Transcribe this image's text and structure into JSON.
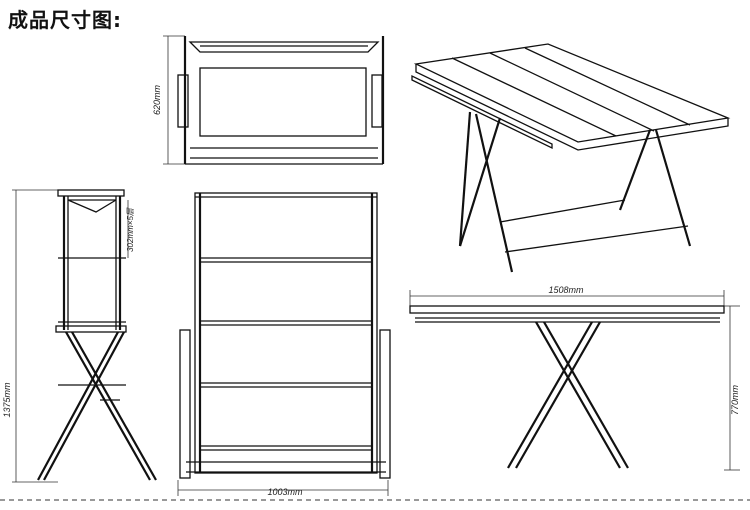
{
  "title": "成品尺寸图:",
  "dimensions": {
    "height_closed": "620mm",
    "shelf_spacing": "302mm×5层",
    "height_open": "1375mm",
    "width": "1003mm",
    "table_length": "1508mm",
    "table_height": "770mm"
  }
}
